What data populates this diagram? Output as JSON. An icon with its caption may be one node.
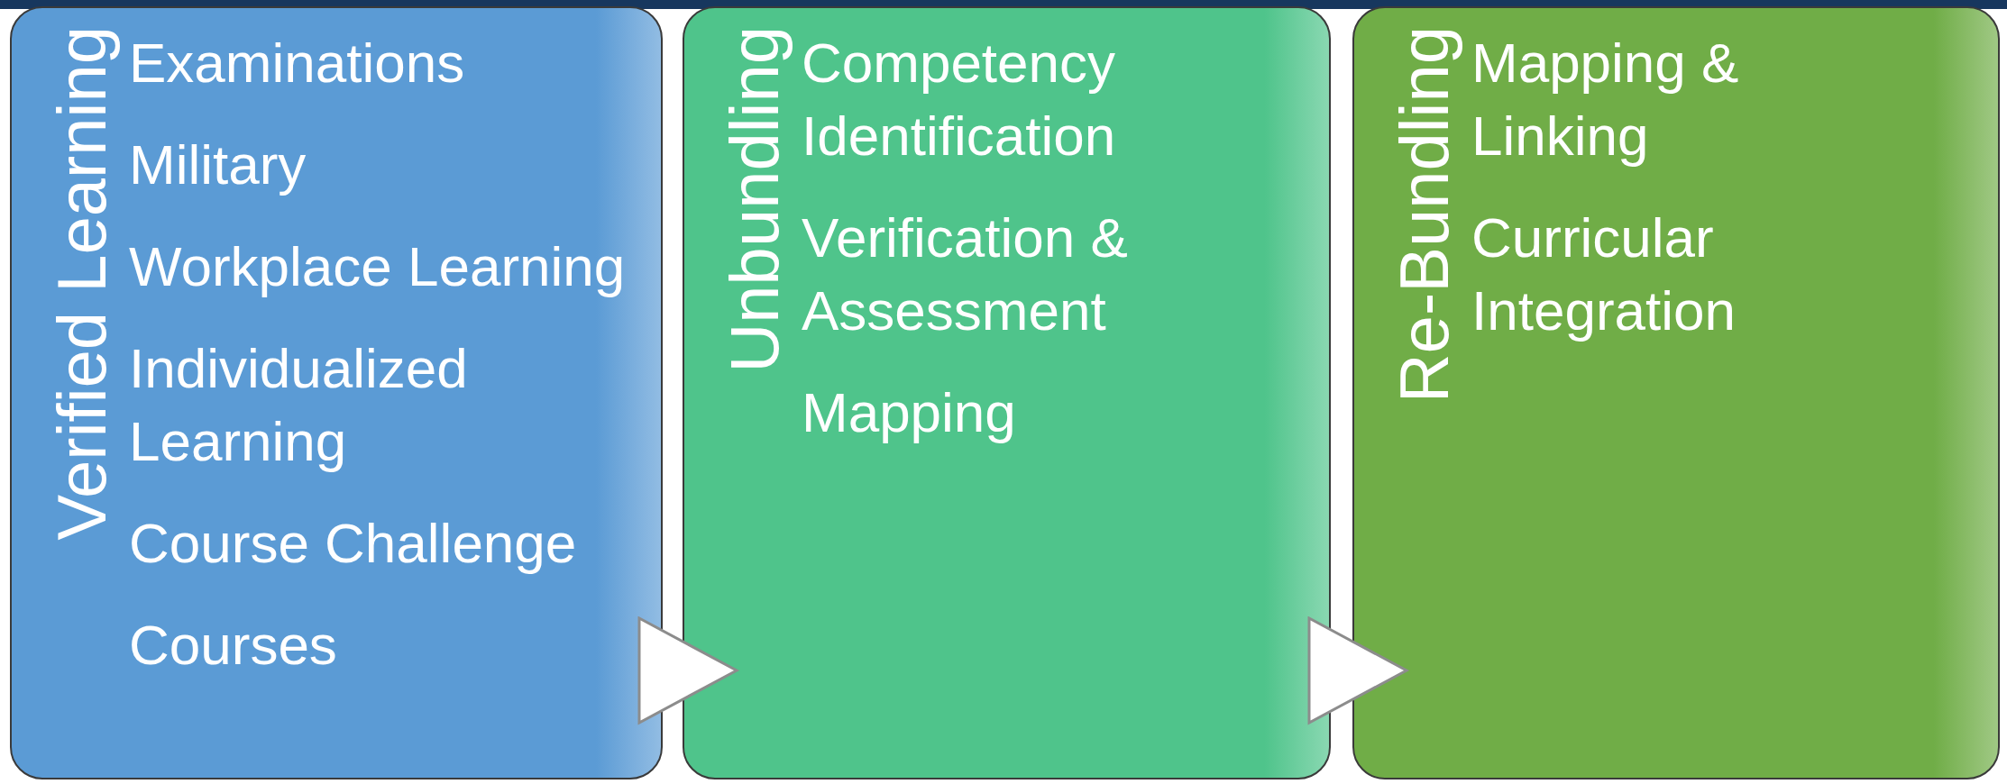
{
  "diagram": {
    "nodes": [
      {
        "text": [
          "Verified Learning",
          "Examinations",
          "Military",
          "Workplace Learning",
          "Individualized Learning",
          "Course Challenge",
          "Courses"
        ]
      },
      {
        "text": [
          "Unbundling",
          "Competency Identification",
          "Verification & Assessment",
          "Mapping"
        ]
      },
      {
        "text": [
          "Re-Bundling",
          "Mapping & Linking",
          "Curricular Integration"
        ]
      }
    ],
    "edges": [
      {
        "from": 0,
        "to": 1,
        "arrow": "to"
      },
      {
        "from": 1,
        "to": 2,
        "arrow": "to"
      }
    ]
  }
}
